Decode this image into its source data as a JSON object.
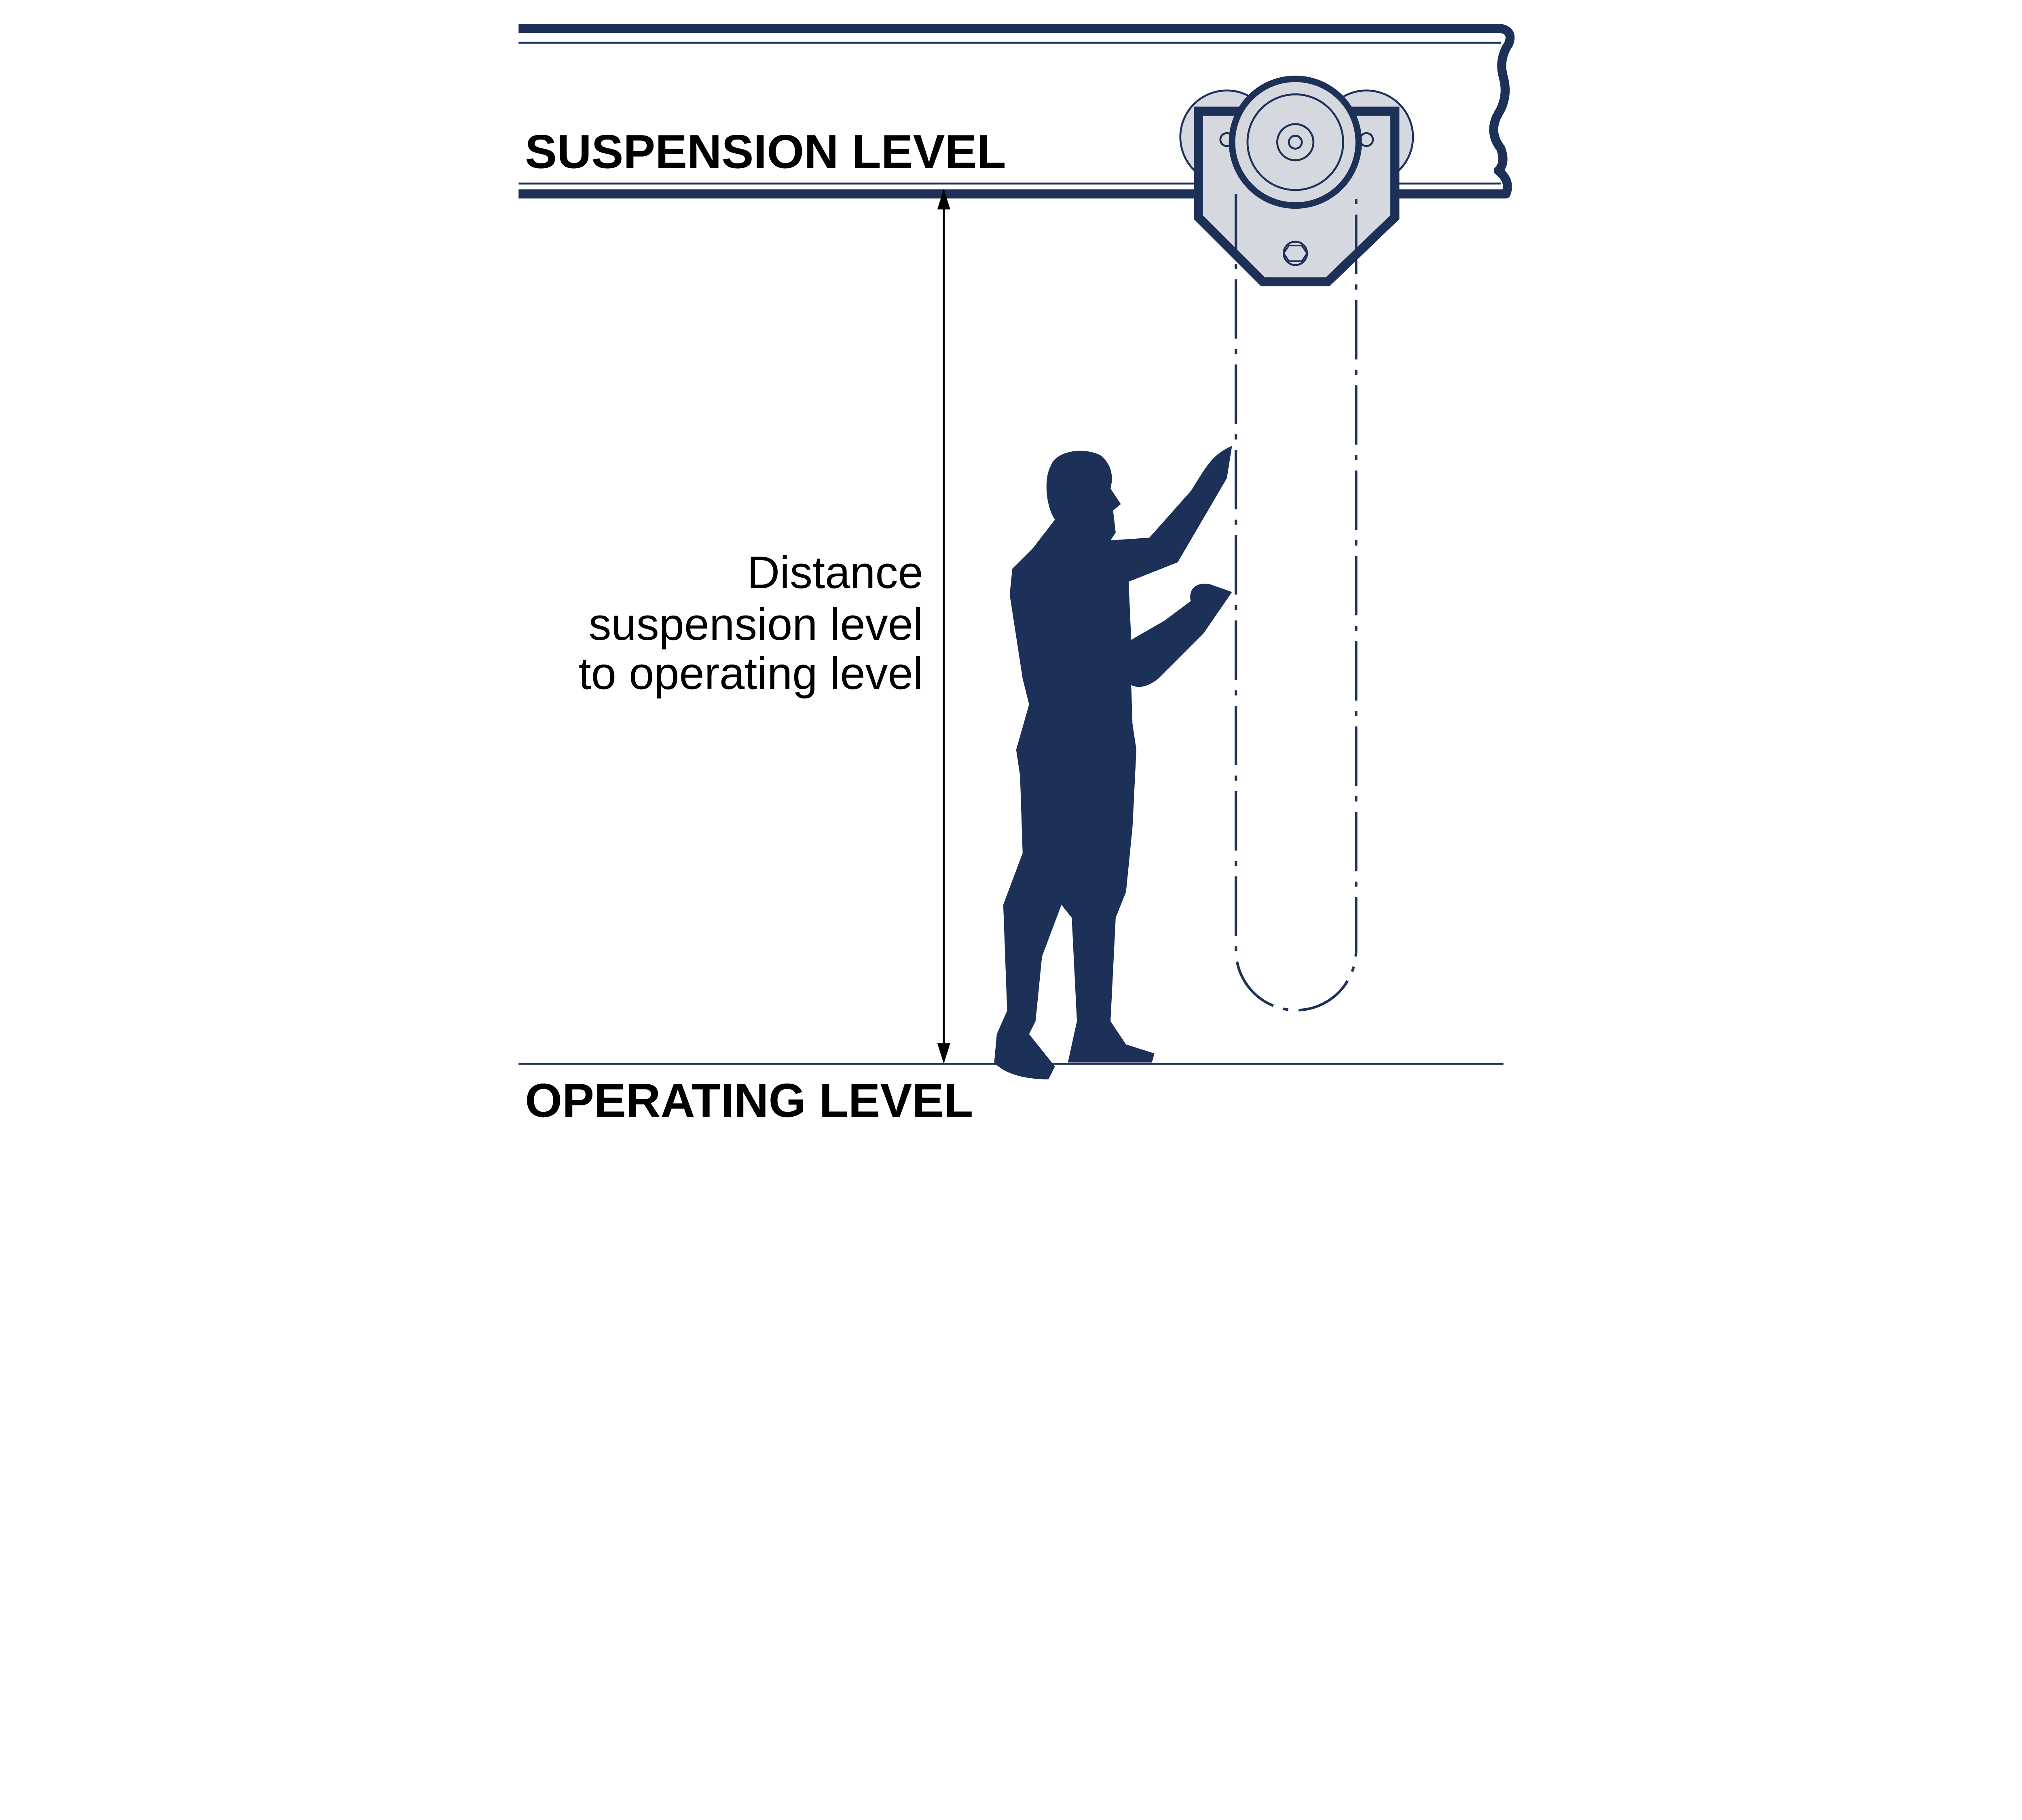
{
  "diagram": {
    "suspension_level_label": "SUSPENSION LEVEL",
    "operating_level_label": "OPERATING LEVEL",
    "dimension_label": {
      "line1": "Distance",
      "line2": "suspension level",
      "line3": "to operating level"
    }
  },
  "colors": {
    "navy": "#1d3158",
    "light_gray": "#d5d8de",
    "text": "#000000"
  }
}
